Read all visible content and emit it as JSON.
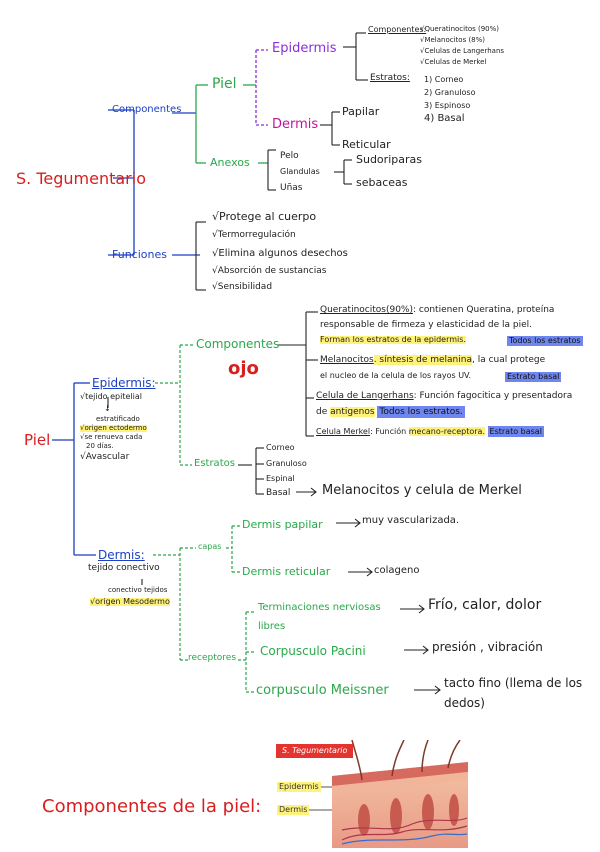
{
  "top": {
    "root": "S. Tegumentario",
    "componentes": "Componentes",
    "piel": "Piel",
    "epidermis": "Epidermis",
    "componentes_label": "Componentes:",
    "comp_items": [
      "√Queratinocitos (90%)",
      "√Melanocitos (8%)",
      "√Celulas de Langerhans",
      "√Celulas de Merkel"
    ],
    "estratos_label": "Estratos:",
    "estratos": [
      "1) Corneo",
      "2) Granuloso",
      "3) Espinoso",
      "4) Basal"
    ],
    "dermis": "Dermis",
    "papilar": "Papilar",
    "reticular": "Reticular",
    "anexos": "Anexos",
    "anexos_items": [
      "Pelo",
      "Glandulas",
      "Uñas"
    ],
    "glandulas": [
      "Sudoriparas",
      "sebaceas"
    ],
    "funciones": "Funciones",
    "funciones_items": [
      "√Protege al cuerpo",
      "√Termorregulación",
      "√Elimina algunos desechos",
      "√Absorción de sustancias",
      "√Sensibilidad"
    ]
  },
  "middle": {
    "piel": "Piel",
    "epidermis": "Epidermis:",
    "ep_notes": [
      "√tejido epitelial",
      "↓",
      "estratificado",
      "√origen ectodermo",
      "√se renueva cada",
      "20 días.",
      "√Avascular"
    ],
    "componentes": "Componentes",
    "ojo": "ojo",
    "q_label": "Queratinocitos(90%)",
    "q_text1": ": contienen Queratina, proteína",
    "q_text2": "responsable de firmeza y elasticidad de la piel.",
    "q_text3": "Forman los estratos de la epidermis.",
    "q_badge": "Todos los estratos",
    "m_label": "Melanocitos",
    "m_text1": ". síntesis de melanina",
    "m_text1b": ", la cual protege",
    "m_text2": "el nucleo de la celula de los rayos UV.",
    "m_badge": "Estrato basal",
    "l_label": "Celula de Langerhans",
    "l_text1": ": Función fagocitica y presentadora",
    "l_text2a": "de",
    "l_text2b": "antigenos",
    "l_badge": "Todos los estratos.",
    "k_label": "Celula Merkel",
    "k_text1": ": Función",
    "k_text2": "mecano-receptora.",
    "k_badge": "Estrato basal",
    "estratos": "Estratos",
    "estr_items": [
      "Corneo",
      "Granuloso",
      "Espinal",
      "Basal"
    ],
    "basal_note": "Melanocitos y celula de Merkel",
    "dermis": "Dermis:",
    "de_notes": [
      "tejido conectivo",
      "conectivo tejidos",
      "√origen Mesodermo"
    ],
    "capas": "capas",
    "papilar": "Dermis papilar",
    "papilar_note": "muy vascularizada.",
    "reticular": "Dermis reticular",
    "reticular_note": "colageno",
    "receptores": "receptores",
    "r1": "Terminaciones nerviosas",
    "r1b": "libres",
    "r1_note": "Frío, calor, dolor",
    "r2": "Corpusculo Pacini",
    "r2_note": "presión , vibración",
    "r3": "corpusculo Meissner",
    "r3_note": "tacto fino (llema de los",
    "r3_note2": "dedos)"
  },
  "bottom": {
    "title": "Componentes de la piel:",
    "tag": "S. Tegumentario",
    "label_epidermis": "Epidermis",
    "label_dermis": "Dermis"
  },
  "colors": {
    "red": "#d81e1e",
    "blue": "#1c3fc4",
    "green": "#2aa84a",
    "purple": "#8a2fd6",
    "yellow": "#fff27a",
    "badge": "#6f86ef"
  }
}
